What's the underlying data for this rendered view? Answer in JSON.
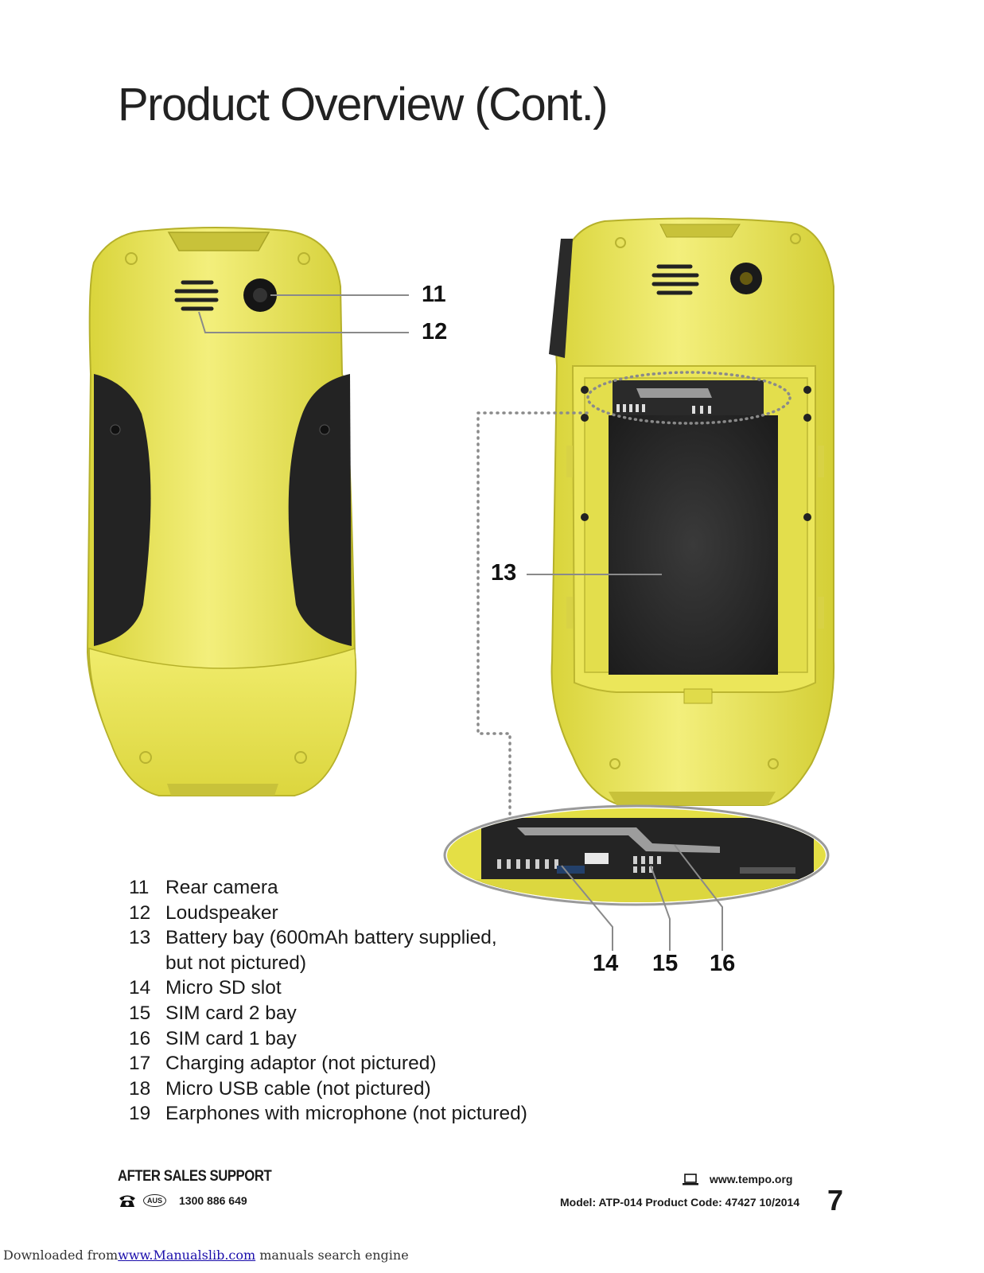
{
  "title": "Product Overview (Cont.)",
  "callouts": {
    "n11": "11",
    "n12": "12",
    "n13": "13",
    "n14": "14",
    "n15": "15",
    "n16": "16"
  },
  "legend": [
    {
      "num": "11",
      "text": "Rear camera"
    },
    {
      "num": "12",
      "text": "Loudspeaker"
    },
    {
      "num": "13",
      "text": "Battery bay (600mAh battery supplied,\nbut not pictured)"
    },
    {
      "num": "14",
      "text": "Micro SD slot"
    },
    {
      "num": "15",
      "text": "SIM card 2 bay"
    },
    {
      "num": "16",
      "text": "SIM card 1 bay"
    },
    {
      "num": "17",
      "text": "Charging adaptor (not pictured)"
    },
    {
      "num": "18",
      "text": "Micro USB cable (not pictured)"
    },
    {
      "num": "19",
      "text": "Earphones with microphone (not pictured)"
    }
  ],
  "footer": {
    "heading": "AFTER SALES SUPPORT",
    "aus": "AUS",
    "phone": "1300 886 649",
    "website": "www.tempo.org",
    "model_line": "Model: ATP-014 Product Code: 47427 10/2014",
    "page_number": "7"
  },
  "download": {
    "prefix": "Downloaded from",
    "link": "www.Manualslib.com",
    "suffix": " manuals search engine"
  },
  "colors": {
    "phone_yellow": "#e6e24a",
    "phone_yellow_light": "#f2ef7a",
    "grip_black": "#222222",
    "leader_grey": "#8a8a8a"
  },
  "icons": [
    "phone-icon",
    "laptop-icon"
  ]
}
